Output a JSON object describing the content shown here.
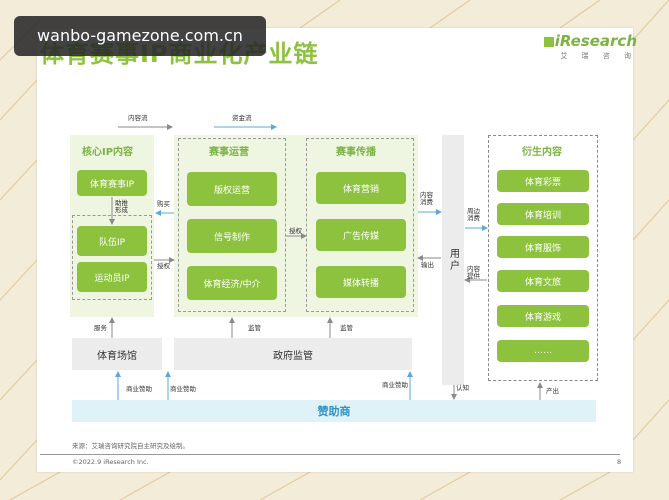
{
  "watermark": "wanbo-gamezone.com.cn",
  "title": "体育赛事IP商业化产业链",
  "brand": {
    "logo": "iResearch",
    "sub": "艾 瑞 咨 询"
  },
  "flow_labels": {
    "content_flow": "内容流",
    "money_flow": "资金流"
  },
  "core_ip": {
    "title": "核心IP内容",
    "items": [
      "体育赛事IP",
      "队伍IP",
      "运动员IP"
    ],
    "link_label": "助推\n形成"
  },
  "operation": {
    "title": "赛事运营",
    "items": [
      "版权运营",
      "信号制作",
      "体育经济/中介"
    ]
  },
  "broadcast": {
    "title": "赛事传播",
    "items": [
      "体育营销",
      "广告传媒",
      "媒体转播"
    ]
  },
  "users": {
    "label": "用户"
  },
  "derivative": {
    "title": "衍生内容",
    "items": [
      "体育彩票",
      "体育培训",
      "体育服饰",
      "体育文旅",
      "体育游戏",
      "……"
    ]
  },
  "arrow_labels": {
    "buy": "购买",
    "license1": "授权",
    "license2": "授权",
    "content_consume": "内容\n消费",
    "output": "输出",
    "peripheral_consume": "周边\n消费",
    "content_provide": "内容\n提供",
    "service": "服务",
    "supervise1": "监管",
    "supervise2": "监管",
    "recognize": "认知",
    "produce": "产出",
    "biz_sponsor1": "商业赞助",
    "biz_sponsor2": "商业赞助",
    "biz_sponsor3": "商业赞助"
  },
  "venue": "体育场馆",
  "government": "政府监管",
  "sponsor": "赞助商",
  "source": "来源：艾瑞咨询研究院自主研究及绘制。",
  "copyright": "©2022.9 iResearch Inc.",
  "page_number": "8",
  "colors": {
    "green": "#8dc23e",
    "panel": "#eef5e1",
    "blue": "#2f93c7"
  }
}
